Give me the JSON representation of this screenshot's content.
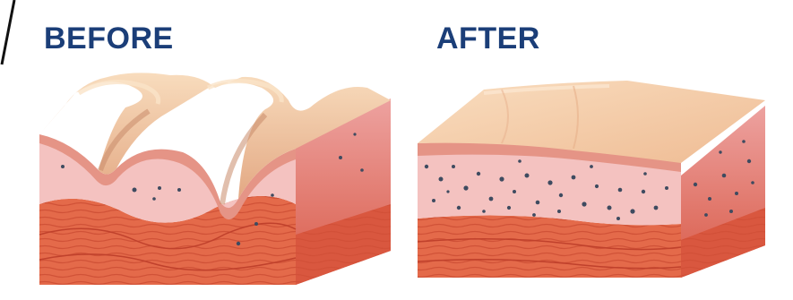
{
  "labels": {
    "before": "BEFORE",
    "after": "AFTER"
  },
  "colors": {
    "label_text": "#1b3e78",
    "skin_surface": "#f2c39a",
    "skin_surface_light": "#f8dcbd",
    "skin_shadow": "#d89a74",
    "epidermis": "#e9a59a",
    "dermis": "#f4c2c0",
    "dermis_side": "#e98f8f",
    "muscle": "#e46a4a",
    "muscle_dark": "#c8472f",
    "particle": "#3e4b60",
    "divider": "#111111"
  },
  "panels": [
    {
      "id": "before",
      "state": "wrinkled skin"
    },
    {
      "id": "after",
      "state": "smooth skin with filler"
    }
  ]
}
